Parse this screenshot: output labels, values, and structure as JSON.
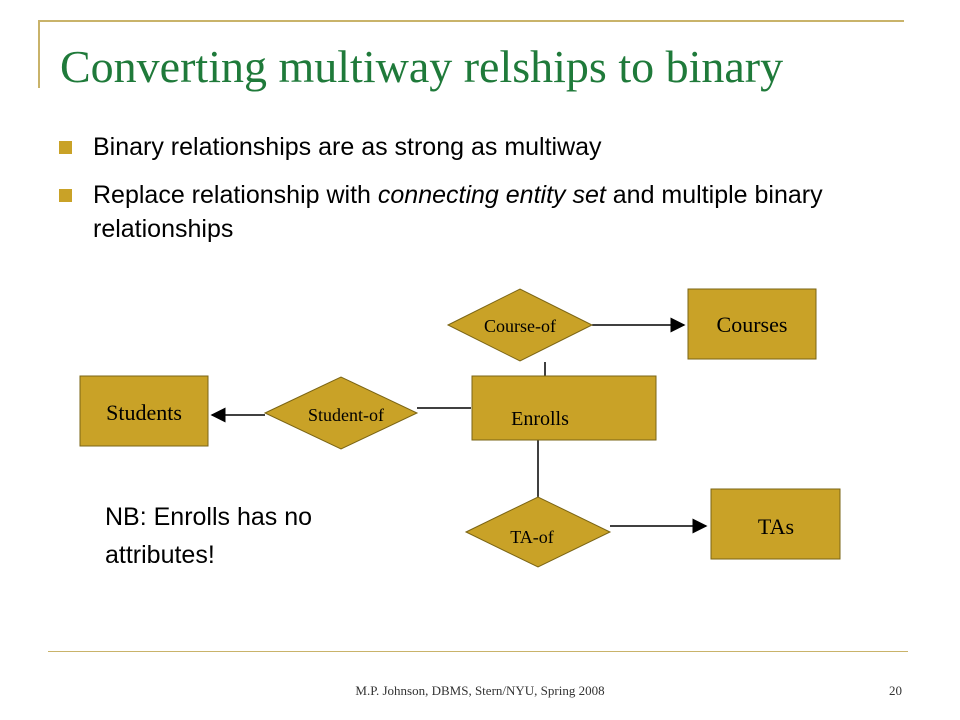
{
  "slide": {
    "title": "Converting multiway relships to binary",
    "bullets": [
      "Binary relationships are as strong as multiway",
      "Replace relationship with connecting entity set and multiple binary relationships"
    ],
    "bullet2_italic": "connecting entity set",
    "note": "NB: Enrolls has no attributes!",
    "footer": "M.P. Johnson, DBMS, Stern/NYU, Spring 2008",
    "page_number": "20"
  },
  "diagram": {
    "entities": {
      "students": "Students",
      "courses": "Courses",
      "tas": "TAs",
      "enrolls": "Enrolls"
    },
    "relationships": {
      "course_of": "Course-of",
      "student_of": "Student-of",
      "ta_of": "TA-of"
    }
  },
  "colors": {
    "title": "#1f7a3a",
    "accent": "#c9a227",
    "shape_fill": "#c9a227",
    "frame": "#c9b36a"
  }
}
